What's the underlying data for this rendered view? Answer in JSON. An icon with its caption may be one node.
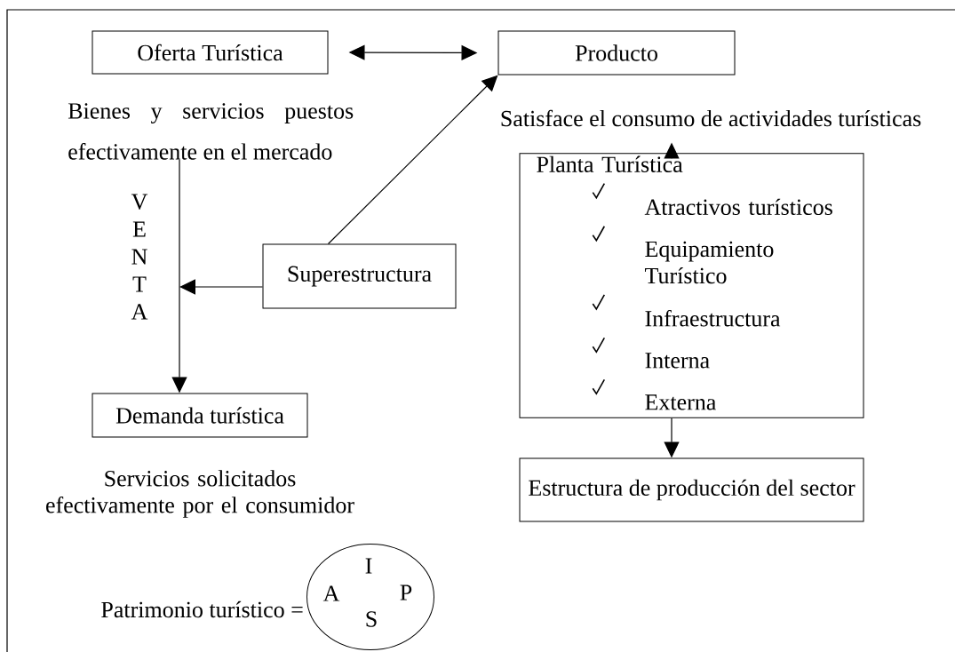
{
  "diagram": {
    "nodes": [
      {
        "text": [
          "Oferta Turística"
        ]
      },
      {
        "text": [
          "Producto"
        ]
      },
      {
        "text": [
          "Bienes y servicios puestos efectivamente en el mercado"
        ]
      },
      {
        "text": [
          "Superestructura"
        ]
      },
      {
        "text": [
          "Satisface el consumo de actividades turísticas"
        ]
      },
      {
        "text": [
          "Planta Turística",
          "Atractivos turísticos",
          "Equipamiento Turístico",
          "Infraestructura",
          "Interna",
          "Externa"
        ]
      },
      {
        "text": [
          "Demanda turística"
        ]
      },
      {
        "text": [
          "Estructura de producción del sector"
        ]
      },
      {
        "text": [
          "I",
          "A",
          "P",
          "S"
        ],
        "beside": [
          "Patrimonio turístico ="
        ]
      }
    ],
    "edges": [
      {
        "from": 0,
        "to": 1,
        "arrow": "both"
      },
      {
        "from": 3,
        "to": 1,
        "arrow": "to"
      },
      {
        "from": 2,
        "to": 6,
        "arrow": "to",
        "label": "V E N T A"
      },
      {
        "from": 3,
        "to": null,
        "arrow": "to"
      },
      {
        "from": 5,
        "to": 4,
        "arrow": "to"
      },
      {
        "from": 5,
        "to": 7,
        "arrow": "to"
      }
    ],
    "labels": [
      "Servicios solicitados efectivamente por el consumidor"
    ]
  }
}
